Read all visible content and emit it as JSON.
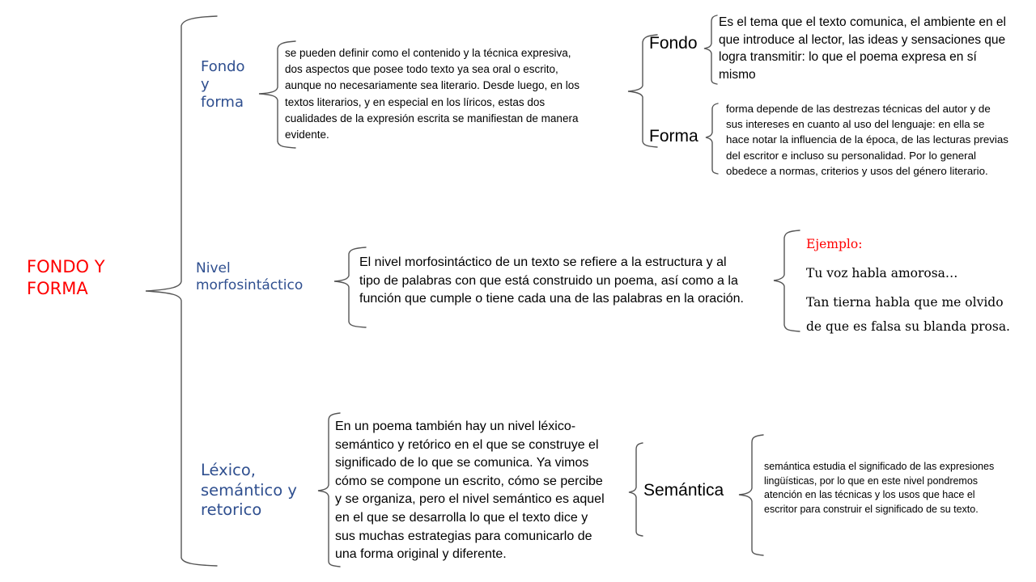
{
  "title": "FONDO Y FORMA",
  "title_lines": [
    "FONDO Y",
    "FORMA"
  ],
  "colors": {
    "title": "#ff0000",
    "branch_label": "#2f4f8f",
    "body_text": "#000000",
    "example_label": "#ff0000",
    "brace_stroke": "#555555"
  },
  "branches": [
    {
      "label_lines": [
        "Fondo",
        "y",
        "forma"
      ],
      "description_lines": [
        "se pueden definir como el contenido y la técnica expresiva,",
        "dos aspectos que posee todo texto ya sea oral o escrito,",
        "aunque no necesariamente sea literario. Desde luego, en los",
        "textos literarios, y en especial en los líricos, estas dos",
        "cualidades de la expresión escrita se manifiestan de manera",
        "evidente."
      ],
      "children": [
        {
          "label": "Fondo",
          "description_lines": [
            "Es el tema que el texto comunica, el ambiente en el",
            "que introduce al lector, las ideas y sensaciones que",
            "logra transmitir: lo que el poema expresa en sí",
            "mismo"
          ]
        },
        {
          "label": "Forma",
          "description_lines": [
            "forma depende de las destrezas técnicas del autor y de",
            "sus intereses en cuanto al uso del lenguaje: en ella se",
            "hace notar la influencia de la época, de las lecturas previas",
            "del escritor e incluso su personalidad. Por lo general",
            "obedece a normas, criterios y usos del género literario."
          ]
        }
      ]
    },
    {
      "label_lines": [
        "Nivel",
        "morfosintáctico"
      ],
      "description_lines": [
        "El nivel morfosintáctico de un texto se refiere a la estructura y al",
        "tipo de palabras con que está construido un poema, así como a la",
        "función que cumple o tiene cada una de las palabras en la oración."
      ],
      "example": {
        "label": "Ejemplo:",
        "lines": [
          "Tu voz habla amorosa…",
          "Tan tierna habla que me olvido",
          "de que es falsa su blanda prosa."
        ]
      }
    },
    {
      "label_lines": [
        "Léxico,",
        "semántico y",
        "retorico"
      ],
      "description_lines": [
        "En un poema también hay un nivel léxico-",
        "semántico y retórico en el que se construye el",
        "significado de lo que se comunica. Ya vimos",
        "cómo se compone un escrito, cómo se percibe",
        "y se organiza, pero el nivel semántico es aquel",
        "en el que se desarrolla lo que el texto dice y",
        "sus muchas estrategias para comunicarlo de",
        "una forma original y diferente."
      ],
      "children": [
        {
          "label": "Semántica",
          "description_lines": [
            "semántica estudia el significado de las expresiones",
            "lingüísticas, por lo que en este nivel pondremos",
            "atención en las técnicas y los usos que hace el",
            "escritor para construir el significado de su texto."
          ]
        }
      ]
    }
  ]
}
